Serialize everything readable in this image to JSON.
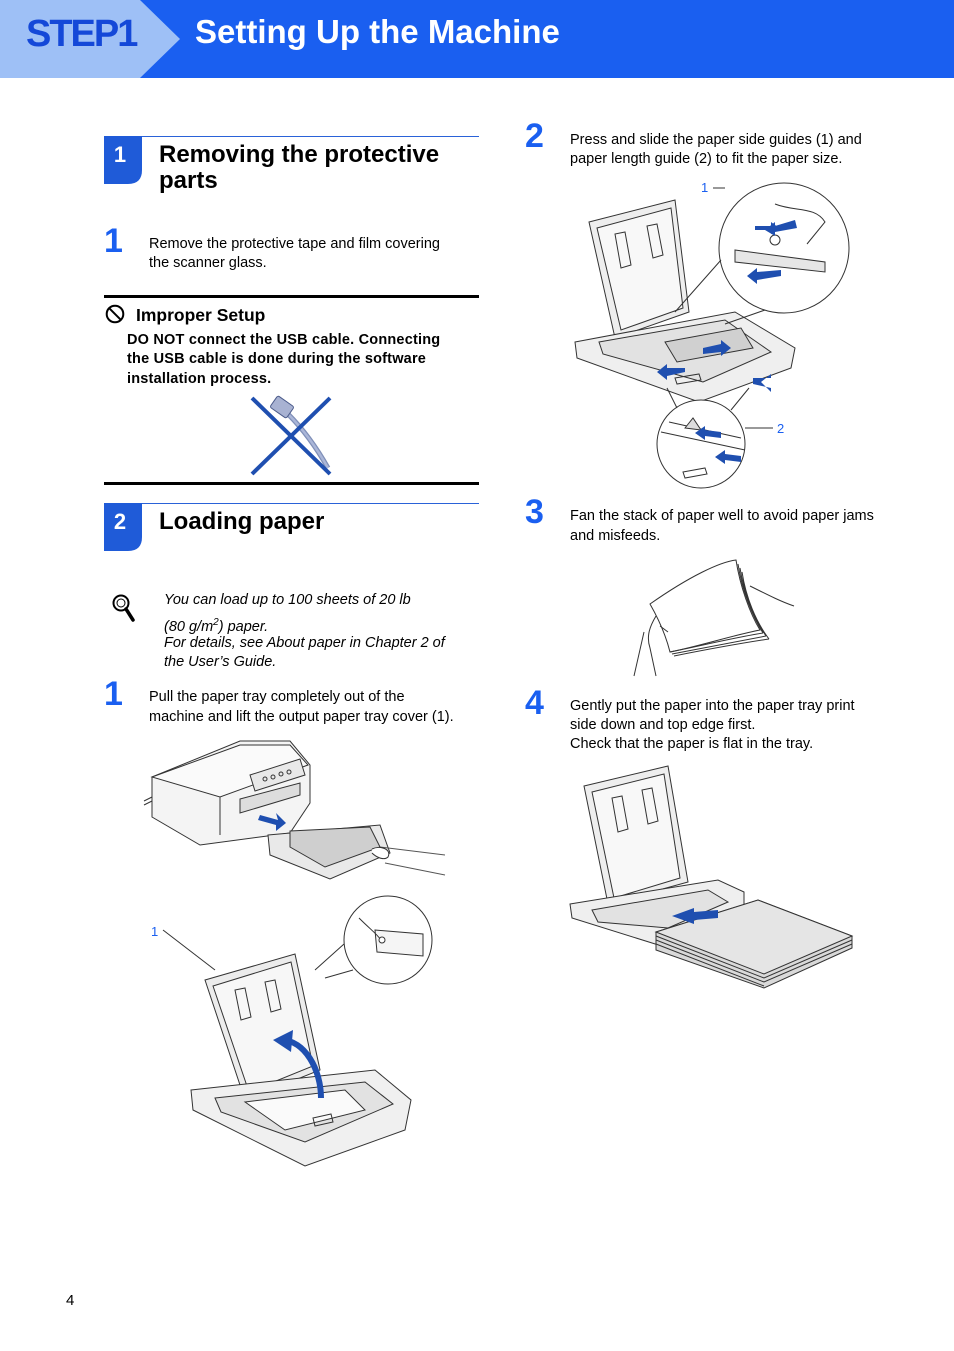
{
  "header": {
    "step": "STEP1",
    "title": "Setting Up the Machine"
  },
  "colors": {
    "accent": "#1a5ff0",
    "badge": "#1f5bd8"
  },
  "section1": {
    "number": "1",
    "title_line1": "Removing the protective",
    "title_line2": "parts",
    "step1": {
      "num": "1",
      "line1": "Remove the protective tape and film covering",
      "line2": "the scanner glass."
    },
    "warning": {
      "icon": "prohibited-icon",
      "title": "Improper Setup",
      "line1": "DO NOT connect the USB cable. Connecting",
      "line2": "the USB cable is done during the software",
      "line3": "installation process."
    }
  },
  "section2": {
    "number": "2",
    "title": "Loading paper",
    "note": {
      "icon": "magnifier-icon",
      "line1": "You can load up to 100 sheets of 20 lb",
      "line2a": "(80 g/m",
      "line2sup": "2",
      "line2b": ") paper.",
      "line3": "For details, see About paper in Chapter 2 of",
      "line4": "the User’s Guide."
    },
    "step1": {
      "num": "1",
      "line1": "Pull the paper tray completely out of the",
      "line2": "machine and lift the output paper tray cover (1).",
      "callout": "1"
    }
  },
  "right": {
    "step2": {
      "num": "2",
      "line1": "Press and slide the paper side guides (1) and",
      "line2": "paper length guide (2) to fit the paper size.",
      "callout1": "1",
      "callout2": "2"
    },
    "step3": {
      "num": "3",
      "line1": "Fan the stack of paper well to avoid paper jams",
      "line2": "and misfeeds."
    },
    "step4": {
      "num": "4",
      "line1": "Gently put the paper into the paper tray print",
      "line2": "side down and top edge first.",
      "line3": "Check that the paper is flat in the tray."
    }
  },
  "footer": {
    "page": "4"
  }
}
